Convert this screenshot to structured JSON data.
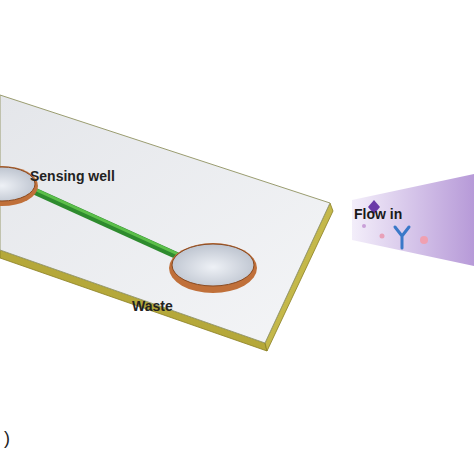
{
  "diagram": {
    "nodes": [
      {
        "text": [
          "Flow in"
        ]
      }
    ],
    "labels": [
      "Sensing well",
      "Waste",
      ")"
    ]
  }
}
